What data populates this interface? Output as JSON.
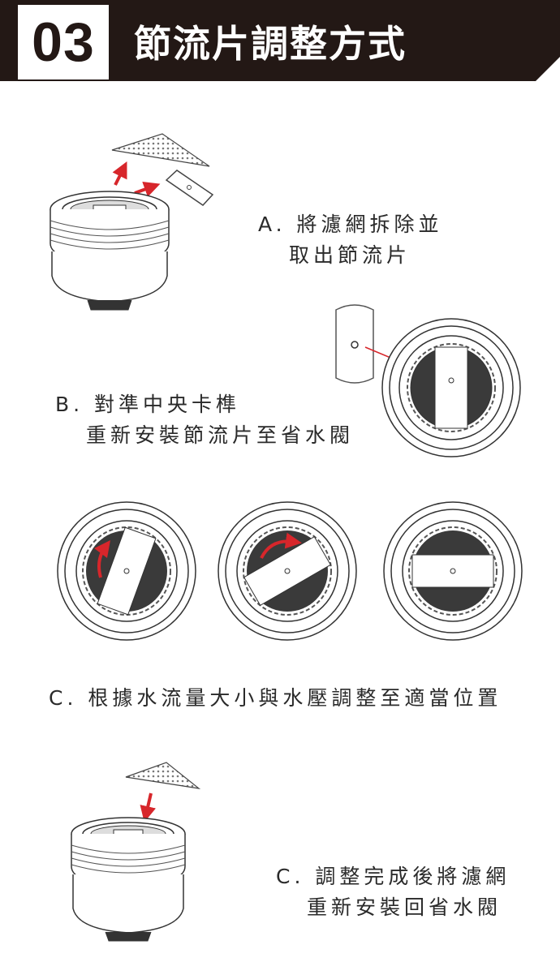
{
  "header": {
    "number": "03",
    "title": "節流片調整方式",
    "bar_color": "#231815"
  },
  "steps": [
    {
      "id": "A",
      "line1": "A. 將濾網拆除並",
      "line2": "取出節流片"
    },
    {
      "id": "B",
      "line1": "B. 對準中央卡榫",
      "line2": "重新安裝節流片至省水閥"
    },
    {
      "id": "C1",
      "line1": "C. 根據水流量大小與水壓調整至適當位置"
    },
    {
      "id": "C2",
      "line1": "C. 調整完成後將濾網",
      "line2": "重新安裝回省水閥"
    }
  ],
  "colors": {
    "arrow": "#d7262b",
    "outline": "#333333",
    "dark_fill": "#3a3a3a"
  }
}
